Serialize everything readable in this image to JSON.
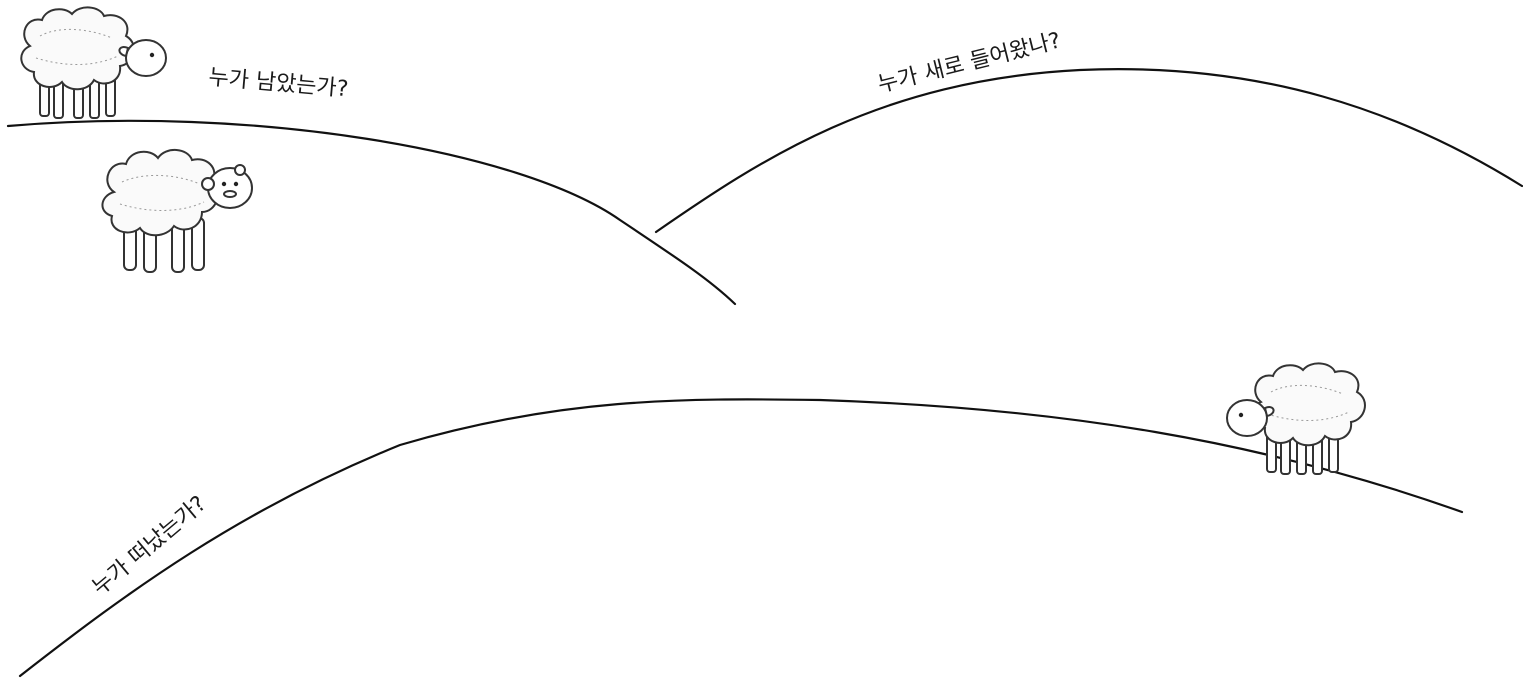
{
  "questions": {
    "remained": "누가 남았는가?",
    "joined": "누가 새로 들어왔나?",
    "left": "누가 떠났는가?"
  },
  "icons": {
    "sheep_1": "sheep-icon",
    "sheep_2": "sheep-icon",
    "sheep_3": "sheep-icon"
  },
  "colors": {
    "line": "#111111",
    "background": "#ffffff"
  }
}
